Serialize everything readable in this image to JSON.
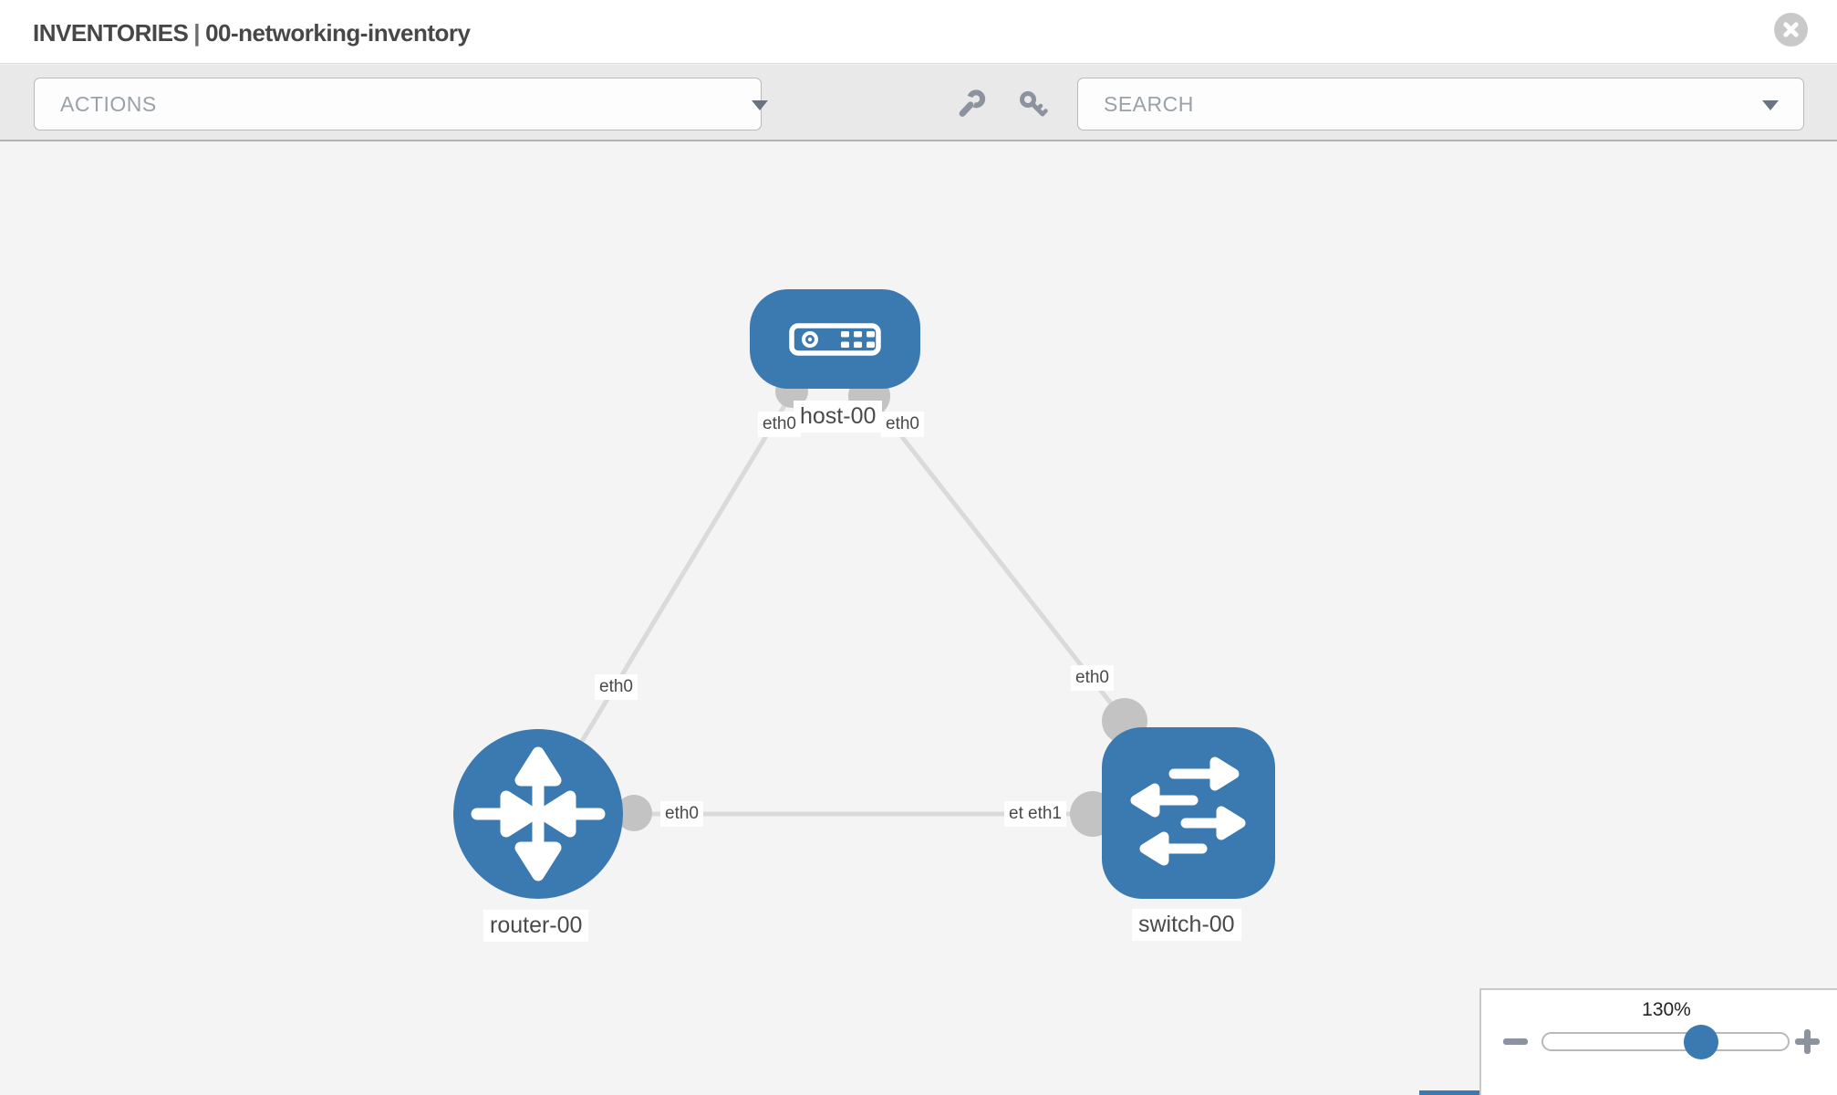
{
  "header": {
    "section": "INVENTORIES",
    "separator": "|",
    "inventory_name": "00-networking-inventory",
    "close_icon": "circle-x-icon"
  },
  "toolbar": {
    "actions_label": "ACTIONS",
    "search_placeholder": "SEARCH",
    "wrench_icon": "wrench-icon",
    "key_icon": "key-icon",
    "caret_icon": "caret-down-icon"
  },
  "topology": {
    "nodes": {
      "host": {
        "label": "host-00",
        "type": "host",
        "icon": "server-icon"
      },
      "router": {
        "label": "router-00",
        "type": "router",
        "icon": "route-arrows-icon"
      },
      "switch": {
        "label": "switch-00",
        "type": "switch",
        "icon": "switch-arrows-icon"
      }
    },
    "links": [
      {
        "from": "router-00",
        "to": "host-00"
      },
      {
        "from": "host-00",
        "to": "switch-00"
      },
      {
        "from": "router-00",
        "to": "switch-00"
      }
    ],
    "interface_labels": {
      "host_left": "eth0",
      "host_right": "eth0",
      "router_host_mid": "eth0",
      "host_switch_mid": "eth0",
      "router_switch_left": "eth0",
      "router_switch_right_back": "eth0",
      "router_switch_right_front": "eth1"
    }
  },
  "zoom_control": {
    "value": "130%",
    "minus_icon": "minus-icon",
    "plus_icon": "plus-icon"
  },
  "colors": {
    "node_blue": "#3b79b1",
    "link_gray": "#dadada",
    "endpoint_gray": "#c3c3c3",
    "toolbar_gray": "#e9e9e9",
    "canvas_gray": "#f4f4f4",
    "icon_gray": "#8d939e"
  }
}
